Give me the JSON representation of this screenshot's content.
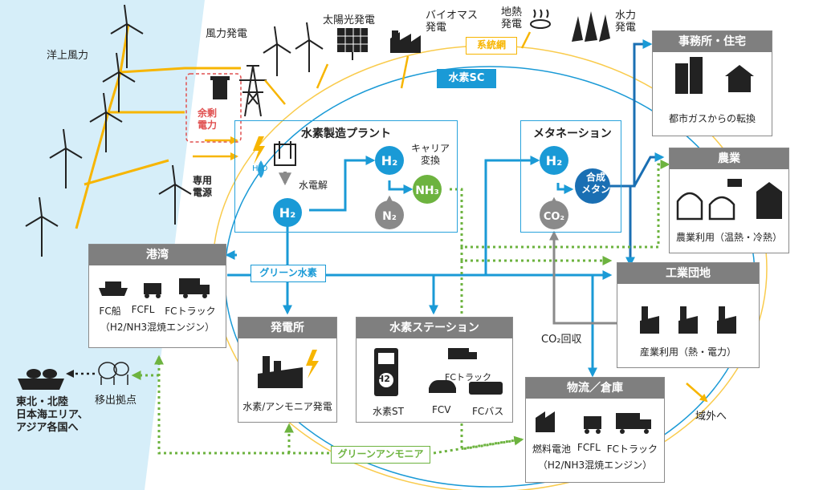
{
  "sea_label": "洋上風力",
  "dedicated_power": "専用\n電源",
  "surplus_power": "余剰\n電力",
  "sources": {
    "wind": "風力発電",
    "solar": "太陽光発電",
    "biomass": "バイオマス\n発電",
    "geothermal": "地熱\n発電",
    "hydro": "水力\n発電"
  },
  "grid_tag": "系統網",
  "h2sc_tag": "水素SC",
  "green_h2_tag": "グリーン水素",
  "green_nh3_tag": "グリーンアンモニア",
  "plant": {
    "title": "水素製造プラント",
    "electrolysis": "水電解",
    "carrier": "キャリア\n変換",
    "h2o": "H₂O"
  },
  "methanation": {
    "title": "メタネーション",
    "synth": "合成\nメタン"
  },
  "molecules": {
    "h2": "H₂",
    "nh3": "NH₃",
    "n2": "N₂",
    "co2": "CO₂"
  },
  "co2_recovery": "CO₂回収",
  "boxes": {
    "office": {
      "title": "事務所・住宅",
      "caption": "都市ガスからの転換"
    },
    "agri": {
      "title": "農業",
      "caption": "農業利用（温熱・冷熱）"
    },
    "industry": {
      "title": "工業団地",
      "caption": "産業利用（熱・電力）"
    },
    "port": {
      "title": "港湾",
      "items": [
        "FC船",
        "FCFL",
        "FCトラック"
      ],
      "caption": "（H2/NH3混焼エンジン）"
    },
    "power": {
      "title": "発電所",
      "caption": "水素/アンモニア発電"
    },
    "station": {
      "title": "水素ステーション",
      "st": "水素ST",
      "fctruck": "FCトラック",
      "fcv": "FCV",
      "fcbus": "FCバス",
      "h2": "H2"
    },
    "logistics": {
      "title": "物流／倉庫",
      "items": [
        "燃料電池",
        "FCFL",
        "FCトラック"
      ],
      "caption": "（H2/NH3混焼エンジン）"
    }
  },
  "export_hub": "移出拠点",
  "export_dest": "東北・北陸\n日本海エリア、\nアジア各国へ",
  "outside": "域外へ",
  "colors": {
    "blue": "#1a9ad6",
    "yellow": "#f7b500",
    "green": "#6db33f",
    "gray": "#8a8a8a",
    "dark": "#222222",
    "sea": "#d6eef9"
  }
}
